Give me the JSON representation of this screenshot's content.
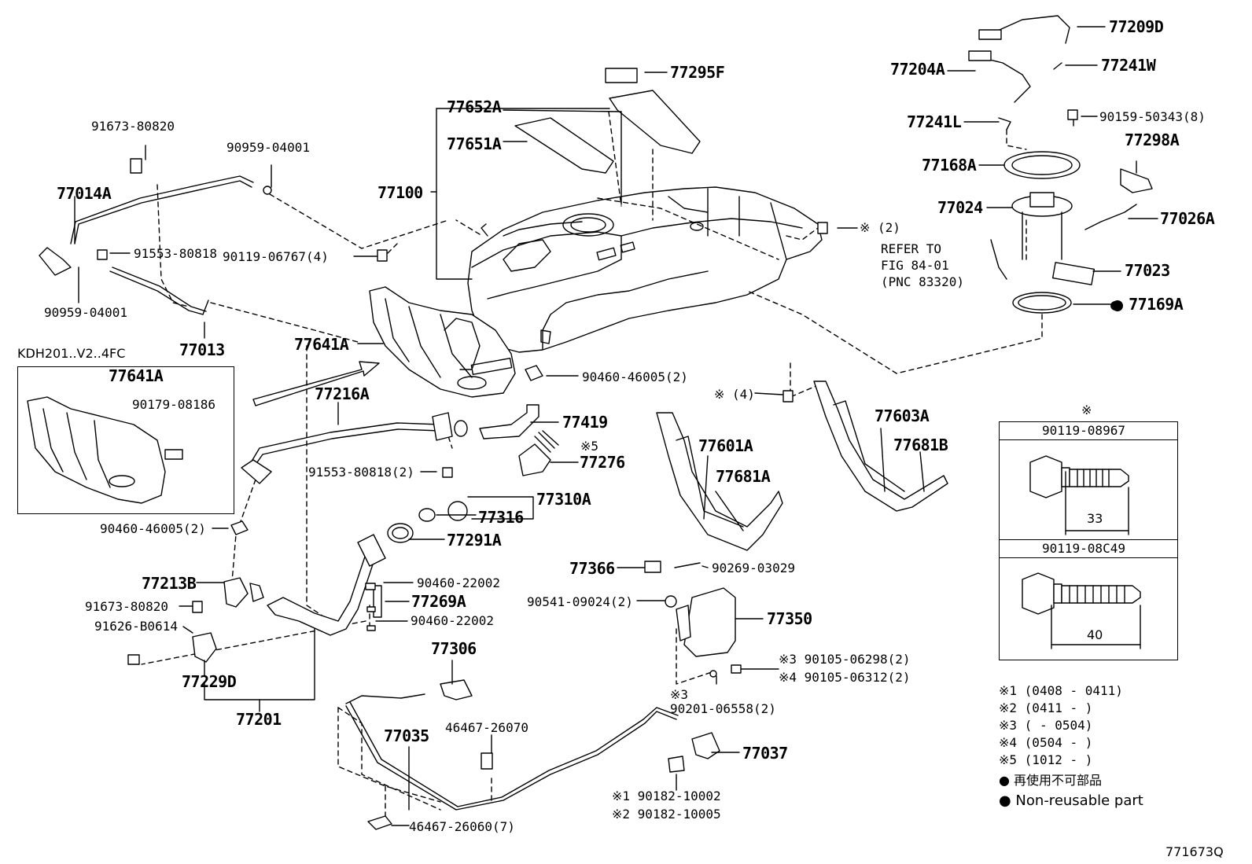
{
  "diagram": {
    "figure_id": "771673Q",
    "variant_note": "KDH201..V2..4FC",
    "refer_note": [
      "REFER TO",
      "FIG 84-01",
      "(PNC 83320)"
    ],
    "star_header": "※",
    "part_labels": {
      "p77209D": "77209D",
      "p77204A": "77204A",
      "p77241W": "77241W",
      "p77241L": "77241L",
      "p90159_50343": "90159-50343(8)",
      "p77298A": "77298A",
      "p77168A": "77168A",
      "p77024": "77024",
      "p77026A": "77026A",
      "p77023": "77023",
      "p77169A": "● 77169A",
      "p77295F": "77295F",
      "p77652A": "77652A",
      "p77651A": "77651A",
      "p77100": "77100",
      "pstar2": "※ (2)",
      "p90119_06767": "90119-06767(4)",
      "p91673_80820a": "91673-80820",
      "p90959_04001a": "90959-04001",
      "p77014A": "77014A",
      "p91553_80818": "91553-80818",
      "p90959_04001b": "90959-04001",
      "p77013": "77013",
      "p77641A": "77641A",
      "p77641A_inset": "77641A",
      "p90179_08186": "90179-08186",
      "p90460_46005a": "90460-46005(2)",
      "p77216A": "77216A",
      "p77419": "77419",
      "p_x5": "※5",
      "p77276": "77276",
      "p91553_80818_2": "91553-80818(2)",
      "p77310A": "77310A",
      "p77316": "77316",
      "p77291A": "77291A",
      "p90460_46005b": "90460-46005(2)",
      "p77213B": "77213B",
      "p91673_80820b": "91673-80820",
      "p91626_B0614": "91626-B0614",
      "p77229D": "77229D",
      "p77201": "77201",
      "p90460_22002a": "90460-22002",
      "p77269A": "77269A",
      "p90460_22002b": "90460-22002",
      "p77306": "77306",
      "p77035": "77035",
      "p46467_26070": "46467-26070",
      "p46467_26060": "46467-26060(7)",
      "pstar4": "※ (4)",
      "p77601A": "77601A",
      "p77681A": "77681A",
      "p77603A": "77603A",
      "p77681B": "77681B",
      "p77366": "77366",
      "p90269_03029": "90269-03029",
      "p90541_09024": "90541-09024(2)",
      "p77350": "77350",
      "p90105_06298": "※3 90105-06298(2)",
      "p90105_06312": "※4 90105-06312(2)",
      "p_x3": "※3",
      "p90201_06558": "90201-06558(2)",
      "p77037": "77037",
      "p90182_10002": "※1 90182-10002",
      "p90182_10005": "※2 90182-10005"
    },
    "bolt_table": {
      "header1": "90119-08967",
      "dim1": "33",
      "header2": "90119-08C49",
      "dim2": "40"
    },
    "legend": [
      "※1 (0408 - 0411)",
      "※2 (0411 -      )",
      "※3 (      - 0504)",
      "※4 (0504 -      )",
      "※5 (1012 -      )"
    ],
    "nonreusable_jp": "● 再使用不可部品",
    "nonreusable_en": "● Non-reusable part"
  }
}
